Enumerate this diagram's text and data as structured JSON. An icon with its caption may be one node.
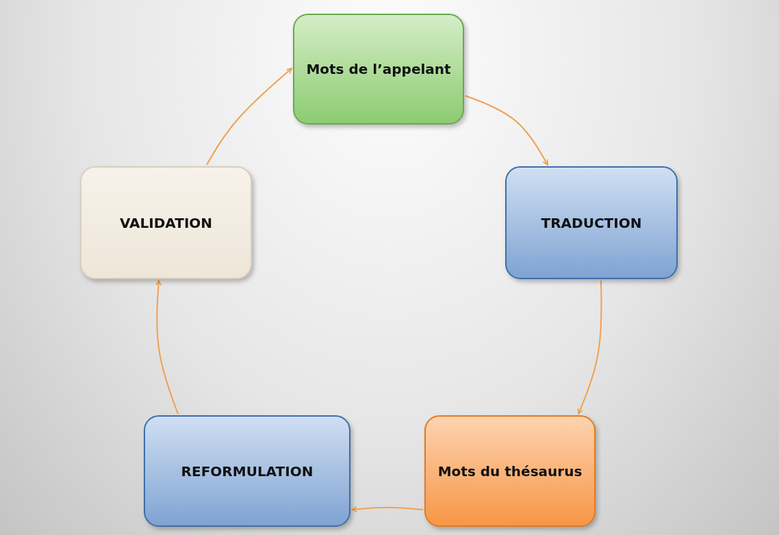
{
  "diagram": {
    "nodes": [
      {
        "text": [
          "Mots de l’appelant"
        ]
      },
      {
        "text": [
          "TRADUCTION"
        ]
      },
      {
        "text": [
          "Mots du thésaurus"
        ]
      },
      {
        "text": [
          "REFORMULATION"
        ]
      },
      {
        "text": [
          "VALIDATION"
        ]
      }
    ],
    "edges": [
      {
        "from": 0,
        "to": 1,
        "arrow": "to"
      },
      {
        "from": 1,
        "to": 2,
        "arrow": "to"
      },
      {
        "from": 2,
        "to": 3,
        "arrow": "to"
      },
      {
        "from": 3,
        "to": 4,
        "arrow": "to"
      },
      {
        "from": 4,
        "to": 0,
        "arrow": "to"
      }
    ]
  }
}
